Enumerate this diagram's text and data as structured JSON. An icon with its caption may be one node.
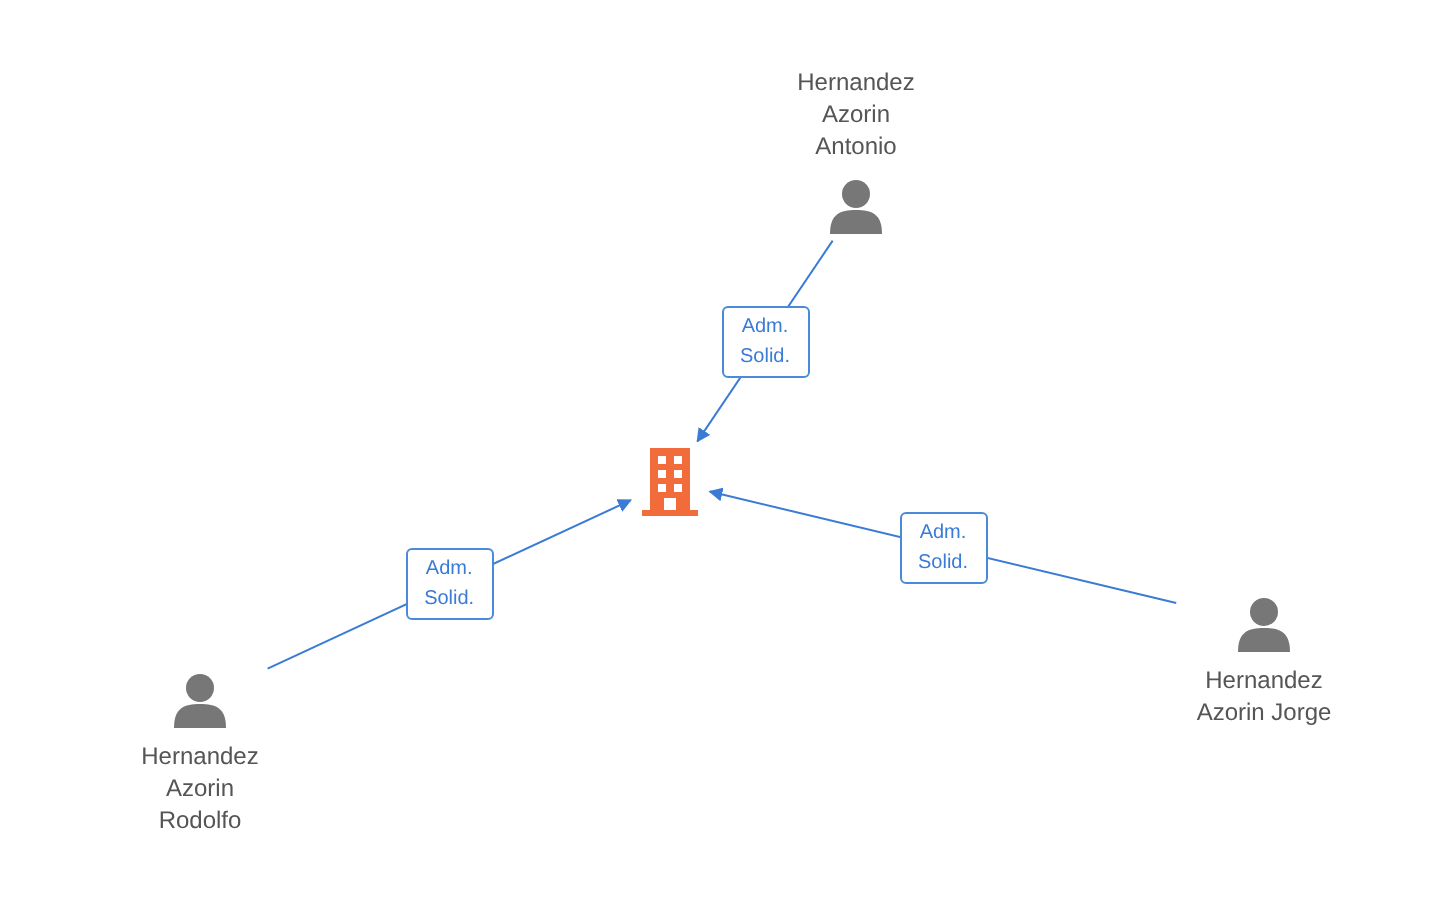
{
  "diagram": {
    "nodes": [
      {
        "text": [
          "Hernandez Azorin Antonio"
        ]
      },
      {
        "text": [],
        "shape": "building"
      },
      {
        "text": [
          "Hernandez Azorin Rodolfo"
        ]
      },
      {
        "text": [
          "Hernandez Azorin Jorge"
        ]
      }
    ],
    "edges": [
      {
        "from": 0,
        "to": 1,
        "arrow": "to",
        "label": "Adm. Solid."
      },
      {
        "from": 2,
        "to": 1,
        "arrow": "to",
        "label": "Adm. Solid."
      },
      {
        "from": 3,
        "to": 1,
        "arrow": "to",
        "label": "Adm. Solid."
      }
    ]
  }
}
